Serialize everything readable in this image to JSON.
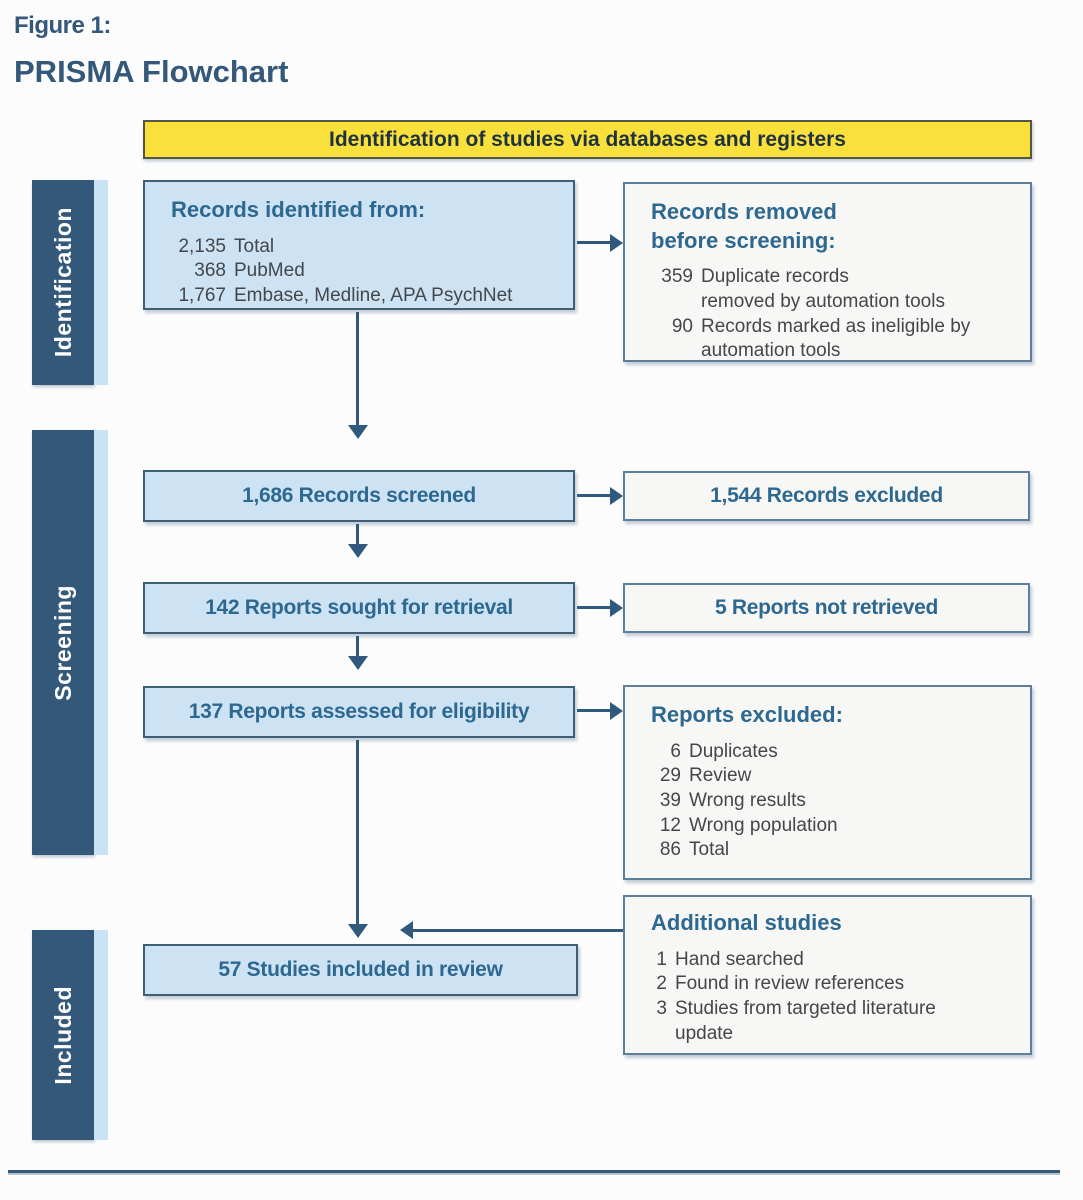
{
  "page": {
    "figure_label": "Figure 1:",
    "title": "PRISMA Flowchart"
  },
  "banner": {
    "text": "Identification of studies via databases and registers"
  },
  "sidebar": {
    "stages": {
      "identification": "Identification",
      "screening": "Screening",
      "included": "Included"
    }
  },
  "boxes": {
    "identified": {
      "heading": "Records identified from:",
      "items": [
        {
          "value": "2,135",
          "label": "Total"
        },
        {
          "value": "368",
          "label": "PubMed"
        },
        {
          "value": "1,767",
          "label": "Embase, Medline, APA PsychNet"
        }
      ]
    },
    "removed": {
      "heading": "Records removed\nbefore screening:",
      "items": [
        {
          "value": "359",
          "label": "Duplicate records\nremoved by automation tools"
        },
        {
          "value": "90",
          "label": "Records marked as ineligible by\nautomation tools"
        }
      ]
    },
    "screened": {
      "label": "1,686 Records screened"
    },
    "excluded": {
      "label": "1,544 Records excluded"
    },
    "sought": {
      "label": "142 Reports sought for retrieval"
    },
    "not_retrieved": {
      "label": "5 Reports not retrieved"
    },
    "assessed": {
      "label": "137 Reports assessed for eligibility"
    },
    "reports_excluded": {
      "heading": "Reports excluded:",
      "items": [
        {
          "value": "6",
          "label": "Duplicates"
        },
        {
          "value": "29",
          "label": "Review"
        },
        {
          "value": "39",
          "label": "Wrong results"
        },
        {
          "value": "12",
          "label": "Wrong population"
        },
        {
          "value": "86",
          "label": "Total"
        }
      ]
    },
    "included_studies": {
      "label": "57 Studies included in review"
    },
    "additional": {
      "heading": "Additional studies",
      "items": [
        {
          "value": "1",
          "label": "Hand searched"
        },
        {
          "value": "2",
          "label": "Found in review references"
        },
        {
          "value": "3",
          "label": "Studies from targeted literature\nupdate"
        }
      ]
    }
  },
  "colors": {
    "dark_blue": "#33587a",
    "heading_blue": "#2d6890",
    "body_text": "#43474b",
    "light_blue_fill": "#cde3f4",
    "light_blue_border": "#3d6076",
    "gray_fill": "#f7f7f6",
    "gray_border": "#5e7f9b",
    "yellow_fill": "#f9e03a",
    "yellow_border": "#55564a",
    "banner_text": "#1f3242",
    "arrow": "#2f5a7d",
    "sidebar_dark": "#33587a",
    "sidebar_light": "#c9e2f4",
    "page_bg": "#fcfcfc"
  }
}
